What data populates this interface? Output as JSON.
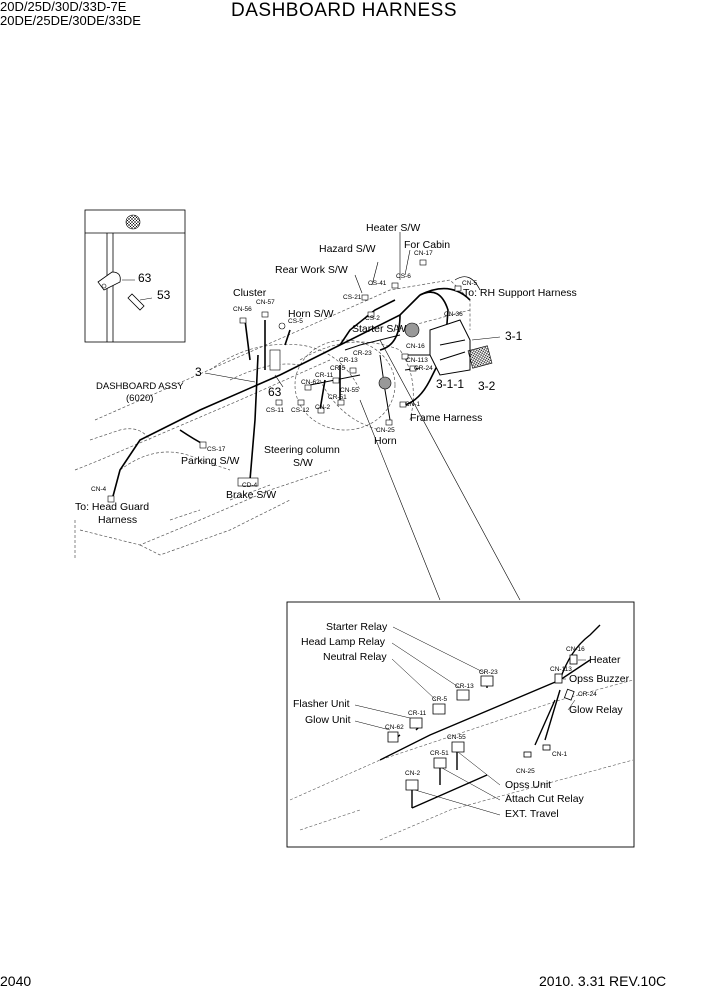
{
  "header": {
    "model_line1": "20D/25D/30D/33D-7E",
    "model_line2": "20DE/25DE/30DE/33DE",
    "title": "DASHBOARD HARNESS"
  },
  "footer": {
    "page_number": "2040",
    "revision": "2010. 3.31 REV.10C"
  },
  "main_labels": {
    "heater_sw": "Heater S/W",
    "hazard_sw": "Hazard S/W",
    "for_cabin": "For Cabin",
    "rear_work_sw": "Rear Work S/W",
    "cluster": "Cluster",
    "horn_sw": "Horn S/W",
    "to_rh_support": "To: RH Support Harness",
    "starter_sw": "Starter S/W",
    "dashboard_assy": "DASHBOARD ASSY",
    "dashboard_assy_no": "(6020)",
    "frame_harness": "Frame Harness",
    "horn": "Horn",
    "parking_sw": "Parking S/W",
    "steering_column": "Steering column",
    "steering_sw": "S/W",
    "brake_sw": "Brake S/W",
    "to_head_guard": "To: Head Guard",
    "harness": "Harness"
  },
  "callouts": {
    "c63a": "63",
    "c53": "53",
    "c3": "3",
    "c63b": "63",
    "c3_1": "3-1",
    "c3_1_1": "3-1-1",
    "c3_2": "3-2"
  },
  "connectors": {
    "cn17": "CN-17",
    "cn5": "CN-5",
    "cs6": "CS-6",
    "cs41": "CS-41",
    "cs21": "CS-21",
    "cn56": "CN-56",
    "cn57": "CN-57",
    "cs5": "CS-5",
    "cs2": "CS-2",
    "cn36": "CN-36",
    "cr23": "CR-23",
    "cr13": "CR-13",
    "cn16": "CN-16",
    "cn113": "CN-113",
    "cr5": "CR-5",
    "cr11": "CR-11",
    "cr24": "CR-24",
    "cn62": "CN-62",
    "cn55": "CN-55",
    "cr51": "CR-51",
    "cn2": "CN-2",
    "cs11": "CS-11",
    "cs12": "CS-12",
    "cn1": "CN-1",
    "cn25": "CN-25",
    "cs17": "CS-17",
    "cd4": "CD-4",
    "cn4": "CN-4"
  },
  "detail": {
    "starter_relay": "Starter Relay",
    "head_lamp_relay": "Head Lamp Relay",
    "neutral_relay": "Neutral Relay",
    "flasher_unit": "Flasher Unit",
    "glow_unit": "Glow Unit",
    "heater": "Heater",
    "opss_buzzer": "Opss Buzzer",
    "glow_relay": "Glow Relay",
    "opss_unit": "Opss Unit",
    "attach_cut_relay": "Attach Cut Relay",
    "ext_travel": "EXT. Travel",
    "cn16": "CN-16",
    "cn113": "CN-113",
    "cr24": "CR-24",
    "cn1": "CN-1",
    "cn25": "CN-25",
    "cr23": "CR-23",
    "cr13": "CR-13",
    "cr5": "CR-5",
    "cr11": "CR-11",
    "cn62": "CN-62",
    "cn55": "CN-55",
    "cr51": "CR-51",
    "cn2": "CN-2"
  }
}
